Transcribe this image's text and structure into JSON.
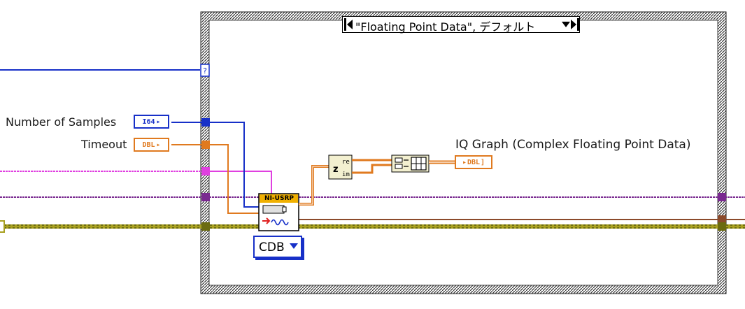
{
  "case_structure": {
    "selector_label": "\"Floating Point Data\", デフォルト",
    "left_arrow_icon": "triangle-left-icon",
    "right_arrow_icon": "triangle-right-icon",
    "dropdown_icon": "triangle-down-icon"
  },
  "controls": {
    "number_of_samples": {
      "label": "Number of Samples",
      "type_text": "I64"
    },
    "timeout": {
      "label": "Timeout",
      "type_text": "DBL"
    }
  },
  "indicator": {
    "label": "IQ Graph (Complex Floating Point Data)",
    "type_text": "DBL"
  },
  "ni_usrp_node": {
    "title": "NI-USRP"
  },
  "format_selector": {
    "value": "CDB"
  },
  "nodes": {
    "complex_split": {
      "z_text": "z",
      "re_text": "re",
      "im_text": "im"
    },
    "build_array_icon": "build-array-icon"
  },
  "colors": {
    "int_wire": "#1730c8",
    "dbl_wire": "#e07a1f",
    "cluster_wire_pink": "#e040e0",
    "cluster_wire_purple": "#7a2a90",
    "error_wire": "#a8a020",
    "error_wire_dark": "#6b6b10",
    "brown_wire": "#8b4a2b",
    "case_border": "#555555"
  }
}
